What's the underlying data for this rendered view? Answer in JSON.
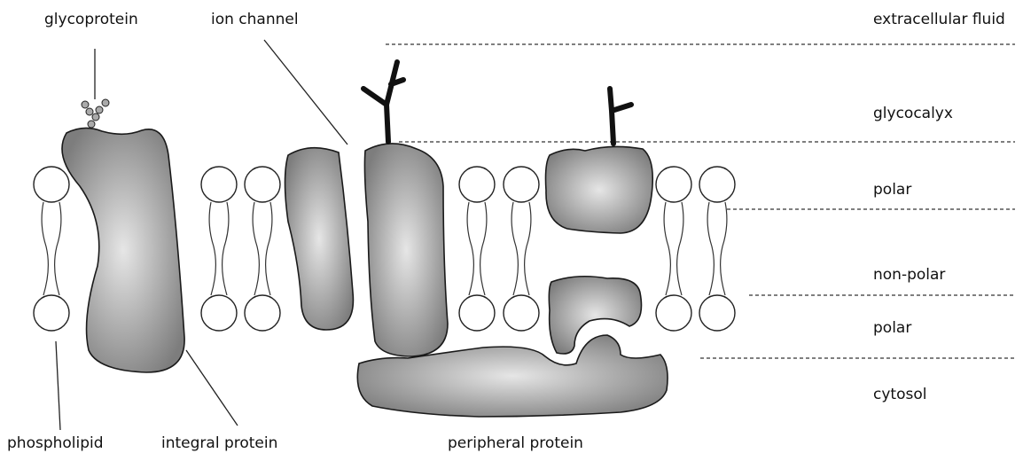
{
  "labels": {
    "glycoprotein": "glycoprotein",
    "ion_channel": "ion channel",
    "extracellular_fluid": "extracellular fluid",
    "glycocalyx": "glycocalyx",
    "polar_top": "polar",
    "non_polar": "non-polar",
    "polar_bottom": "polar",
    "cytosol": "cytosol",
    "phospholipid": "phospholipid",
    "integral_protein": "integral protein",
    "peripheral_protein": "peripheral protein"
  },
  "colors": {
    "protein_light": "#dcdcdc",
    "protein_dark": "#7a7a7a",
    "outline": "#1a1a1a"
  }
}
